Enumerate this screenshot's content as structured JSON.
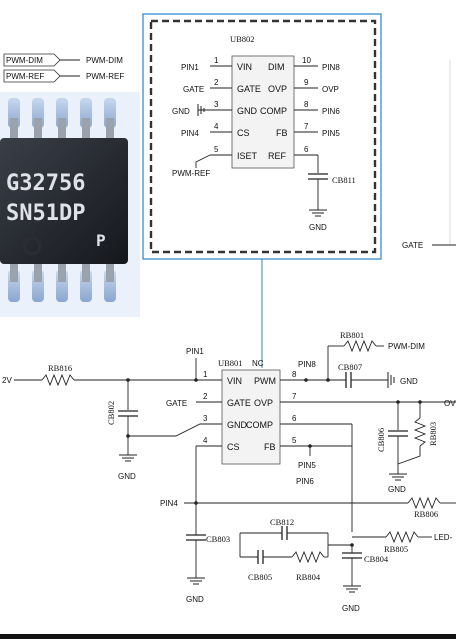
{
  "chip_photo": {
    "line1": "G32756",
    "line2": "SN51DP",
    "line3": "P"
  },
  "top_left_labels": [
    {
      "tag": "PWM-DIM",
      "net": "PWM-DIM"
    },
    {
      "tag": "PWM-REF",
      "net": "PWM-REF"
    }
  ],
  "ub802": {
    "ref": "UB802",
    "left_pins": [
      {
        "num": "1",
        "name": "VIN",
        "net": "PIN1"
      },
      {
        "num": "2",
        "name": "GATE",
        "net": "GATE"
      },
      {
        "num": "3",
        "name": "GND",
        "net": "GND"
      },
      {
        "num": "4",
        "name": "CS",
        "net": "PIN4"
      },
      {
        "num": "5",
        "name": "ISET",
        "net": "PWM-REF"
      }
    ],
    "right_pins": [
      {
        "num": "10",
        "name": "DIM",
        "net": "PIN8"
      },
      {
        "num": "9",
        "name": "OVP",
        "net": "OVP"
      },
      {
        "num": "8",
        "name": "COMP",
        "net": "PIN6"
      },
      {
        "num": "7",
        "name": "FB",
        "net": "PIN5"
      },
      {
        "num": "6",
        "name": "REF",
        "net": ""
      }
    ],
    "cap": "CB811",
    "gnd": "GND"
  },
  "gate_right": "GATE",
  "ub801": {
    "ref": "UB801",
    "nc": "NC",
    "pin1_net": "PIN1",
    "left_pins": [
      {
        "num": "1",
        "name": "VIN"
      },
      {
        "num": "2",
        "name": "GATE"
      },
      {
        "num": "3",
        "name": "GND"
      },
      {
        "num": "4",
        "name": "CS"
      }
    ],
    "right_pins": [
      {
        "num": "8",
        "name": "PWM"
      },
      {
        "num": "7",
        "name": "OVP"
      },
      {
        "num": "6",
        "name": "COMP"
      },
      {
        "num": "5",
        "name": "FB"
      }
    ],
    "gate_net": "GATE",
    "pin8_net": "PIN8",
    "pin5_net": "PIN5",
    "pin6_net": "PIN6",
    "pin4_net": "PIN4"
  },
  "parts": {
    "rb816": "RB816",
    "v_in": "2V",
    "cb802": "CB802",
    "gnd_a": "GND",
    "rb801": "RB801",
    "pwm_dim": "PWM-DIM",
    "cb807": "CB807",
    "gnd_b": "GND",
    "ovp_edge": "OV",
    "cb806": "CB806",
    "rb803": "RB803",
    "gnd_c": "GND",
    "rb806": "RB806",
    "cb812": "CB812",
    "cb803": "CB803",
    "cb805": "CB805",
    "rb804": "RB804",
    "rb805": "RB805",
    "led": "LED-",
    "cb804": "CB804",
    "gnd_d": "GND",
    "gnd_e": "GND"
  }
}
